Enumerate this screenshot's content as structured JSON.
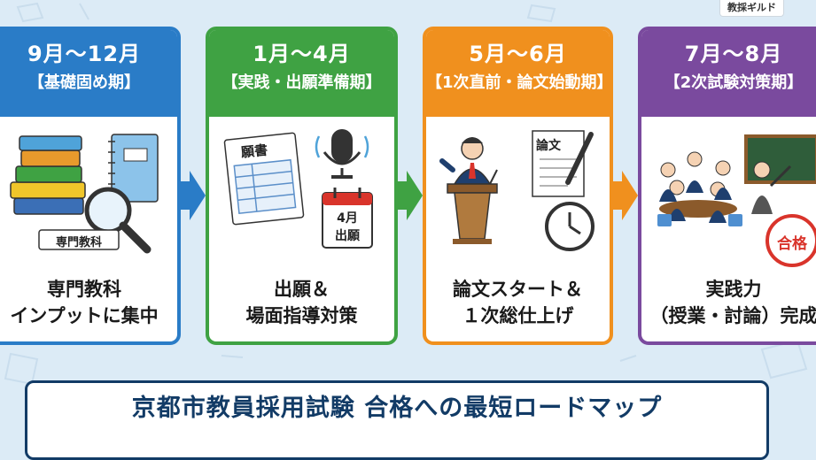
{
  "brand": {
    "label": "教採ギルド"
  },
  "colors": {
    "blue": "#2a7cc7",
    "green": "#3fa243",
    "orange": "#f0901e",
    "purple": "#7a4a9e",
    "navy": "#123b66"
  },
  "steps": [
    {
      "month": "9月〜12月",
      "phase": "【基礎固め期】",
      "desc_line1": "専門教科",
      "desc_line2": "インプットに集中",
      "illus_label": "専門教科",
      "icons": [
        "books-icon",
        "notebook-icon",
        "magnifier-icon"
      ]
    },
    {
      "month": "1月〜4月",
      "phase": "【実践・出願準備期】",
      "desc_line1": "出願＆",
      "desc_line2": "場面指導対策",
      "illus_label": "願書",
      "calendar_line1": "4月",
      "calendar_line2": "出願",
      "icons": [
        "application-form-icon",
        "microphone-icon",
        "calendar-icon"
      ]
    },
    {
      "month": "5月〜6月",
      "phase": "【1次直前・論文始動期】",
      "desc_line1": "論文スタート＆",
      "desc_line2": "１次総仕上げ",
      "illus_label": "論文",
      "icons": [
        "speaker-podium-icon",
        "essay-pen-icon",
        "clock-icon"
      ]
    },
    {
      "month": "7月〜8月",
      "phase": "【2次試験対策期】",
      "desc_line1": "実践力",
      "desc_line2": "（授業・討論）完成",
      "illus_label": "合格",
      "icons": [
        "discussion-group-icon",
        "teacher-blackboard-icon",
        "pass-stamp-icon"
      ]
    }
  ],
  "title": "京都市教員採用試験 合格への最短ロードマップ"
}
